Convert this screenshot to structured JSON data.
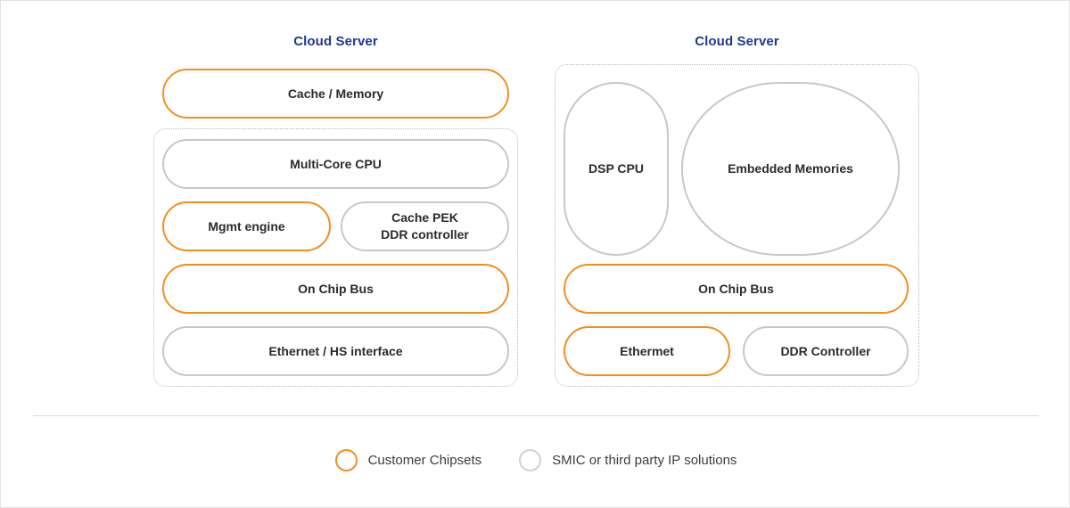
{
  "diagram": {
    "background": "#ffffff",
    "colors": {
      "customer_orange": "#ef8f23",
      "ip_gray": "#c6c8ca",
      "title_blue": "#1f3a8f",
      "label_text": "#2b2b2b",
      "dotted_border": "#b9b9b9",
      "divider": "#dcdcdc"
    },
    "panels": [
      {
        "title": "Cloud Server",
        "blocks": [
          {
            "label": "Cache / Memory",
            "category": "customer"
          },
          {
            "label": "Multi-Core CPU",
            "category": "ip"
          },
          {
            "label": "Mgmt engine",
            "category": "customer"
          },
          {
            "label": "Cache PEK\nDDR controller",
            "category": "ip"
          },
          {
            "label": "On Chip Bus",
            "category": "customer"
          },
          {
            "label": "Ethernet / HS interface",
            "category": "ip"
          }
        ]
      },
      {
        "title": "Cloud Server",
        "blocks": [
          {
            "label": "DSP CPU",
            "category": "ip"
          },
          {
            "label": "Embedded Memories",
            "category": "ip"
          },
          {
            "label": "On Chip Bus",
            "category": "customer"
          },
          {
            "label": "Ethermet",
            "category": "customer"
          },
          {
            "label": "DDR Controller",
            "category": "ip"
          }
        ]
      }
    ]
  },
  "blocks": {
    "cache_memory": "Cache / Memory",
    "multicore_cpu": "Multi-Core CPU",
    "mgmt_engine": "Mgmt engine",
    "cache_pek_line1": "Cache PEK",
    "cache_pek_line2": "DDR controller",
    "on_chip_bus_left": "On Chip Bus",
    "ethernet_hs_interface": "Ethernet / HS interface",
    "dsp_cpu": "DSP CPU",
    "embedded_memories": "Embedded Memories",
    "on_chip_bus_right": "On Chip Bus",
    "ethernet": "Ethermet",
    "ddr_controller": "DDR Controller"
  },
  "titles": {
    "left_panel": "Cloud Server",
    "right_panel": "Cloud Server"
  },
  "legend": {
    "items": [
      {
        "label": "Customer Chipsets",
        "swatch": "circle-outline-orange"
      },
      {
        "label": "SMIC or third party IP solutions",
        "swatch": "circle-outline-gray"
      }
    ],
    "customer_label": "Customer Chipsets",
    "ip_label": "SMIC or third party IP solutions"
  }
}
